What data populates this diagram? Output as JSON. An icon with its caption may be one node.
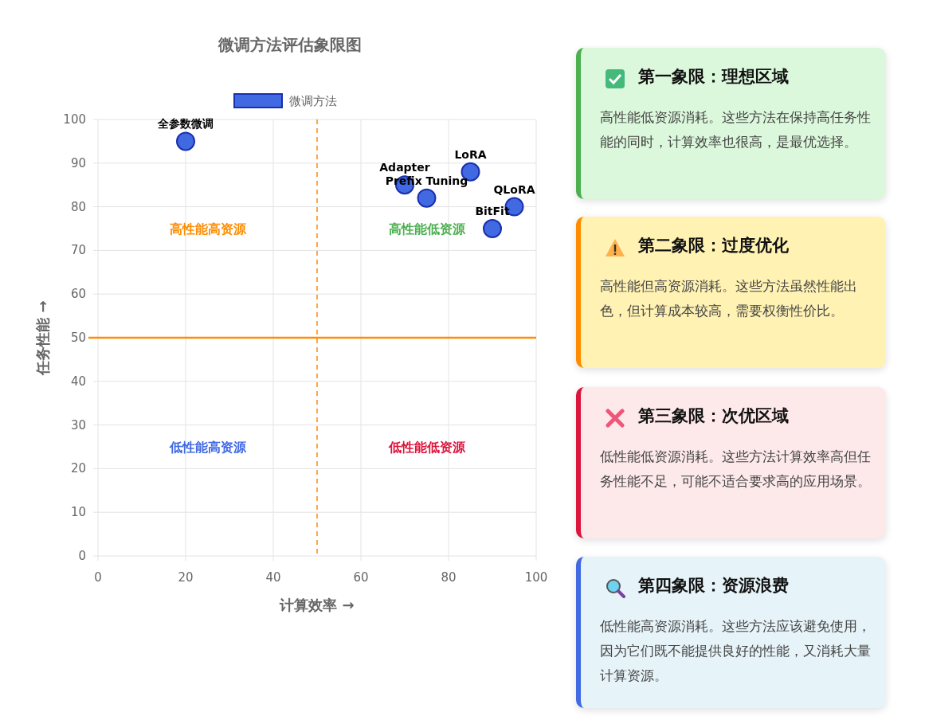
{
  "diagram": {
    "nodes": [
      {
        "text": [
          "第一象限：理想区域",
          "高性能低资源消耗。这些方法在保持高任务性能的同时，计算效率也很高，是最优选择。"
        ]
      },
      {
        "text": [
          "第二象限：过度优化",
          "高性能但高资源消耗。这些方法虽然性能出色，但计算成本较高，需要权衡性价比。"
        ]
      },
      {
        "text": [
          "第三象限：次优区域",
          "低性能低资源消耗。这些方法计算效率高但任务性能不足，可能不适合要求高的应用场景。"
        ]
      },
      {
        "text": [
          "第四象限：资源浪费",
          "低性能高资源消耗。这些方法应该避免使用，因为它们既不能提供良好的性能，又消耗大量计算资源。"
        ]
      }
    ],
    "chart_data": {
      "type": "scatter",
      "title": "微调方法评估象限图",
      "xlabel": "计算效率 →",
      "ylabel": "任务性能 →",
      "xlim": [
        0,
        100
      ],
      "ylim": [
        0,
        100
      ],
      "xticks": [
        0,
        20,
        40,
        60,
        80,
        100
      ],
      "yticks": [
        0,
        10,
        20,
        30,
        40,
        50,
        60,
        70,
        80,
        90,
        100
      ],
      "x": [
        20,
        85,
        70,
        75,
        95,
        90
      ],
      "series": [
        {
          "name": "微调方法",
          "color": "#4169e1",
          "values": [
            95,
            88,
            85,
            82,
            80,
            75
          ]
        }
      ],
      "ref_lines": [
        {
          "axis": "y",
          "value": 50,
          "color": "#ff8c00"
        },
        {
          "axis": "x",
          "value": 50,
          "color": "#ff8c00"
        }
      ],
      "grid": true,
      "annotations": [
        "全参数微调",
        "LoRA",
        "Adapter",
        "Prefix Tuning",
        "QLoRA",
        "BitFit",
        "高性能高资源",
        "高性能低资源",
        "低性能高资源",
        "低性能低资源"
      ]
    }
  }
}
